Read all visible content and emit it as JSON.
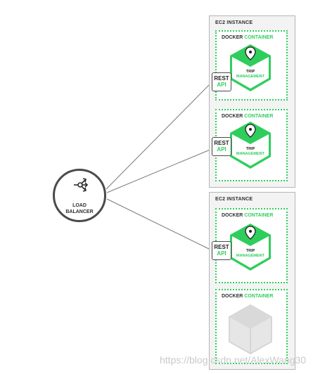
{
  "ec2_label": "EC2 INSTANCE",
  "docker_label_prefix": "DOCKER",
  "docker_label_suffix": "CONTAINER",
  "service_name_line1": "TRIP",
  "service_name_line2": "MANAGEMENT",
  "rest_line1": "REST",
  "rest_line2": "API",
  "load_balancer": {
    "line1": "LOAD",
    "line2": "BALANCER"
  },
  "watermark": "https://blog.csdn.net/AlexWang30",
  "colors": {
    "accent_green": "#2fce5c",
    "dark": "#4a4a4a",
    "inactive_grey": "#d9d9d9"
  },
  "icons": {
    "service": "pin-icon",
    "load_balancer": "split-arrows-icon"
  }
}
